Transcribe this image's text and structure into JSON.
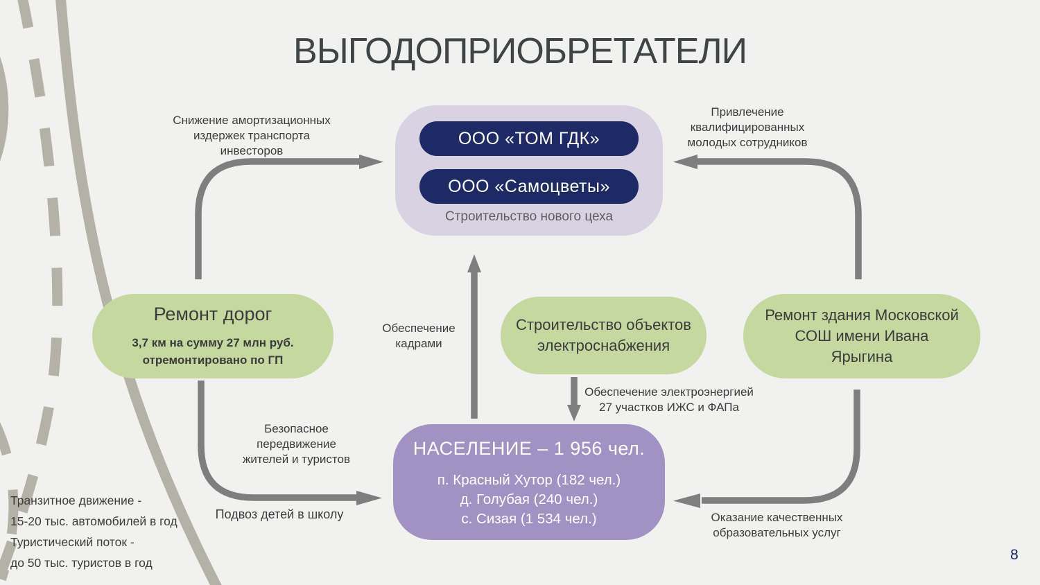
{
  "title": "ВЫГОДОПРИОБРЕТАТЕЛИ",
  "page_number": "8",
  "colors": {
    "background": "#f1f1ef",
    "road_decoration": "#b4b2a7",
    "lavender_block": "#d8d2e3",
    "navy_pill": "#1e2a66",
    "green_box": "#c5d8a0",
    "purple_box": "#a292c4",
    "arrow": "#7e7e7e",
    "title_text": "#3f4447",
    "label_text": "#3c3c3c",
    "caption_text": "#5e5e5e",
    "page_number_text": "#17235c"
  },
  "beneficiary_block": {
    "company_1": "ООО «ТОМ ГДК»",
    "company_2": "ООО «Самоцветы»",
    "caption": "Строительство нового цеха"
  },
  "project_boxes": {
    "roads": {
      "title": "Ремонт дорог",
      "details": "3,7 км на сумму 27 млн руб.\nотремонтировано по ГП"
    },
    "power": {
      "title": "Строительство объектов\nэлектроснабжения"
    },
    "school": {
      "title": "Ремонт здания Московской\nСОШ имени Ивана\nЯрыгина"
    }
  },
  "population_block": {
    "title": "НАСЕЛЕНИЕ – 1 956 чел.",
    "settlements": [
      "п. Красный Хутор (182 чел.)",
      "д. Голубая (240 чел.)",
      "с. Сизая (1 534 чел.)"
    ]
  },
  "arrow_labels": {
    "investor_costs": "Снижение амортизационных\nиздержек транспорта\nинвесторов",
    "qualified_staff": "Привлечение\nквалифицированных\nмолодых сотрудников",
    "staffing": "Обеспечение\nкадрами",
    "electricity": "Обеспечение электроэнергией\n27 участков ИЖС и ФАПа",
    "safe_travel": "Безопасное\nпередвижение\nжителей и туристов",
    "school_bus": "Подвоз детей в школу",
    "education": "Оказание качественных\nобразовательных услуг"
  },
  "side_note": {
    "text": "Транзитное движение -\n15-20 тыс. автомобилей в год\nТуристический поток -\nдо 50 тыс. туристов в год"
  }
}
